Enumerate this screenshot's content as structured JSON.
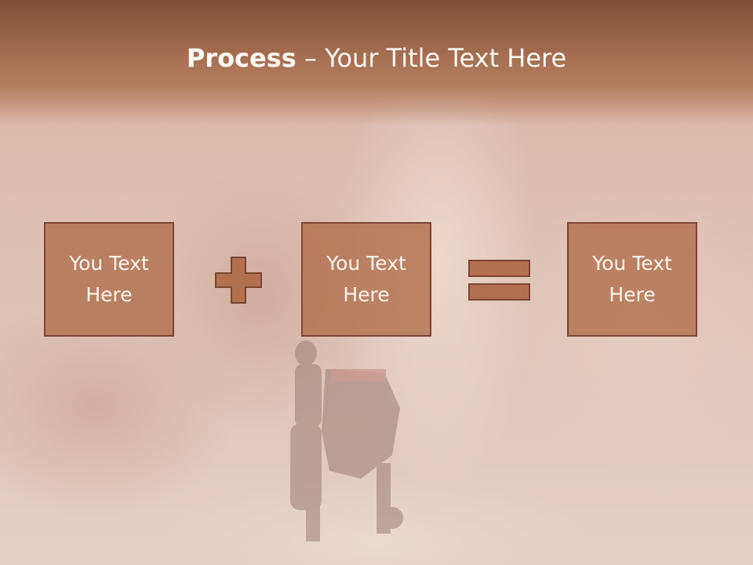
{
  "slide": {
    "title_bold": "Process",
    "title_rest": " – Your Title Text Here",
    "boxes": [
      {
        "text": "You Text Here"
      },
      {
        "text": "You Text Here"
      },
      {
        "text": "You Text Here"
      }
    ],
    "operators": [
      "plus-icon",
      "equals-icon"
    ]
  },
  "colors": {
    "header": "#a66e52",
    "box_fill": "#b27050",
    "box_border": "#7a4633",
    "text": "#fff5ee"
  }
}
